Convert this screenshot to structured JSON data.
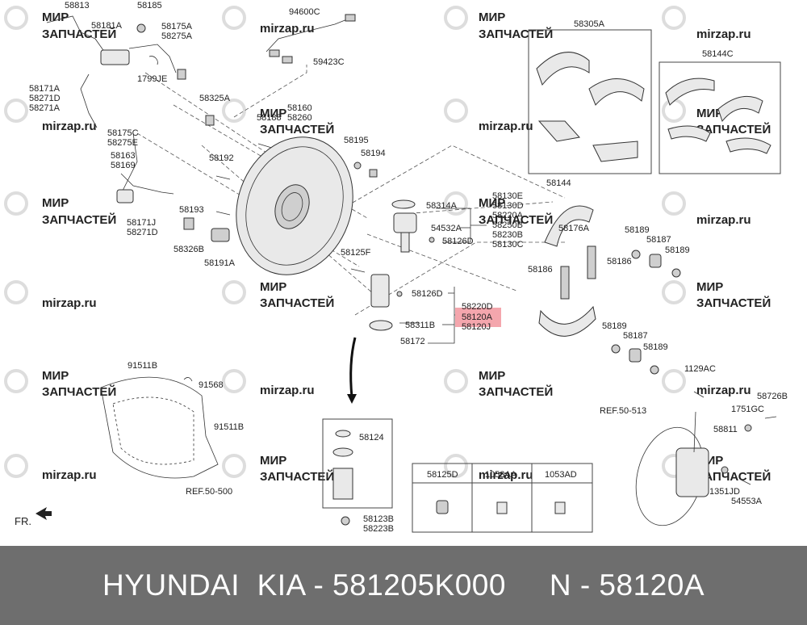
{
  "watermark": {
    "ru1": "МИР",
    "ru2": "ЗАПЧАСТЕЙ",
    "site": "mirzap.ru"
  },
  "labels": {
    "l58813": "58813",
    "l58185": "58185",
    "l94600C": "94600C",
    "l58181A": "58181A",
    "l58175A": "58175A",
    "l58275A": "58275A",
    "l59423C": "59423C",
    "l1799JE": "1799JE",
    "l58171A": "58171A",
    "l58271D": "58271D",
    "l58271A": "58271A",
    "l58325A": "58325A",
    "l58160": "58160",
    "l58260": "58260",
    "l58188": "58188",
    "l58175C": "58175C",
    "l58275E": "58275E",
    "l58163": "58163",
    "l58169": "58169",
    "l58195": "58195",
    "l58194": "58194",
    "l58192": "58192",
    "l58193": "58193",
    "l58171J": "58171J",
    "l58271D_b": "58271D",
    "l58326B": "58326B",
    "l58191A": "58191A",
    "l58314A": "58314A",
    "l54532A": "54532A",
    "l58126D_a": "58126D",
    "l58130E": "58130E",
    "l58130D": "58130D",
    "l58220A": "58220A",
    "l58250B": "58250B",
    "l58230B": "58230B",
    "l58130C": "58130C",
    "l58125F": "58125F",
    "l58126D_b": "58126D",
    "l58220D": "58220D",
    "l58120A": "58120A",
    "l58120J": "58120J",
    "l58311B": "58311B",
    "l58172": "58172",
    "l58305A": "58305A",
    "l58144C": "58144C",
    "l58144": "58144",
    "l58176A": "58176A",
    "l58186_a": "58186",
    "l58186_b": "58186",
    "l58189_a": "58189",
    "l58187_a": "58187",
    "l58189_b": "58189",
    "l58189_c": "58189",
    "l58187_b": "58187",
    "l58189_d": "58189",
    "l91511B_a": "91511B",
    "l91568": "91568",
    "l91511B_b": "91511B",
    "lRef500": "REF.50-500",
    "l58124": "58124",
    "l58123B": "58123B",
    "l58223B": "58223B",
    "l58125D": "58125D",
    "l1053AA": "1053AA",
    "l1053AD": "1053AD",
    "l1129AC": "1129AC",
    "l58726B": "58726B",
    "lRef513": "REF.50-513",
    "l1751GC": "1751GC",
    "l58811": "58811",
    "l1351JD": "1351JD",
    "l54553A": "54553A",
    "lFR": "FR."
  },
  "highlight": {
    "color": "#f4a6ad"
  },
  "footer": {
    "text": "HYUNDAI  KIA - 581205K000     N - 58120A"
  }
}
